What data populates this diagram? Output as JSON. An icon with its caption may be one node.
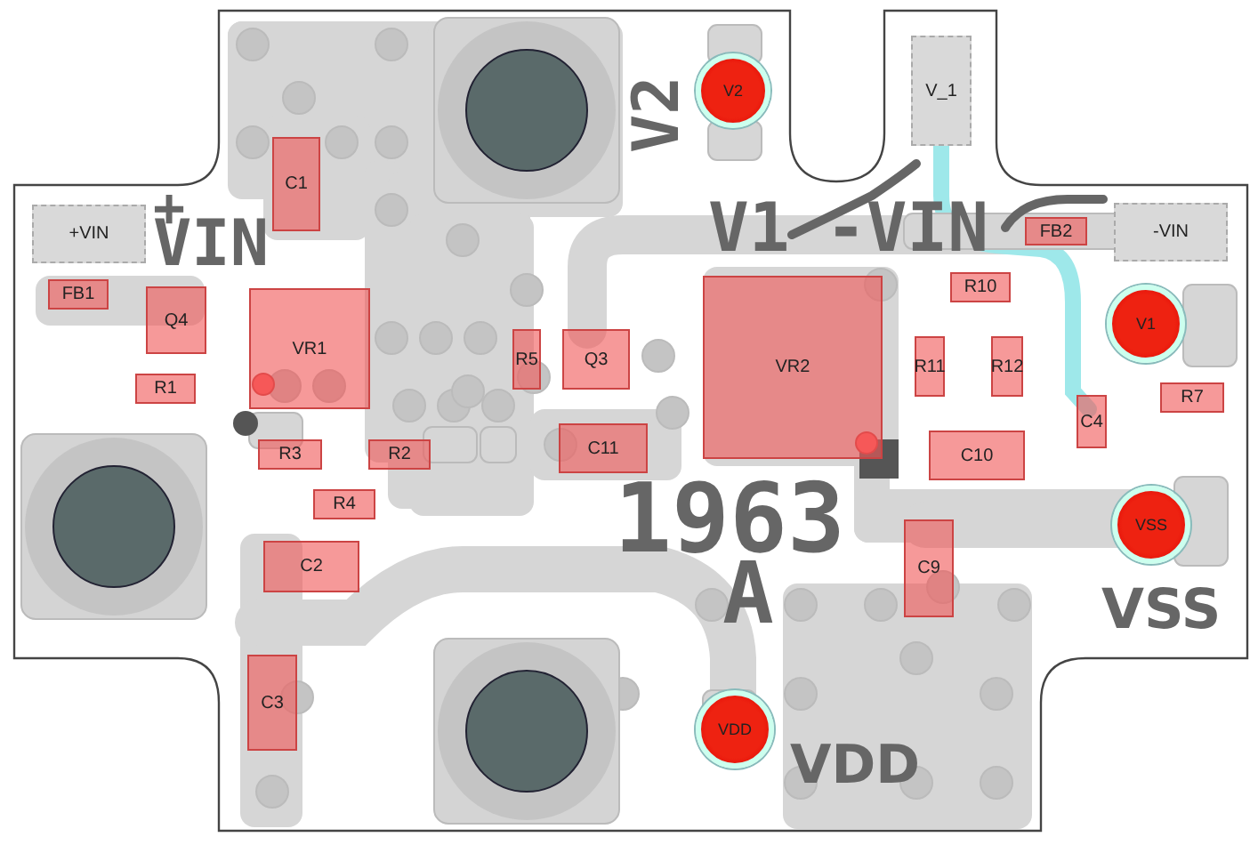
{
  "diagram": {
    "nodes": [
      {
        "text": [
          "+VIN"
        ]
      },
      {
        "text": [
          "C1"
        ]
      },
      {
        "text": [
          "FB1"
        ]
      },
      {
        "text": [
          "Q4"
        ]
      },
      {
        "text": [
          "R1"
        ]
      },
      {
        "text": [
          "VR1"
        ]
      },
      {
        "text": [
          "R5"
        ]
      },
      {
        "text": [
          "Q3"
        ]
      },
      {
        "text": [
          "VR2"
        ]
      },
      {
        "text": [
          "V2"
        ]
      },
      {
        "text": [
          "V_1"
        ]
      },
      {
        "text": [
          "FB2"
        ]
      },
      {
        "text": [
          "-VIN"
        ]
      },
      {
        "text": [
          "R10"
        ]
      },
      {
        "text": [
          "V1"
        ]
      },
      {
        "text": [
          "R11"
        ]
      },
      {
        "text": [
          "R12"
        ]
      },
      {
        "text": [
          "R7"
        ]
      },
      {
        "text": [
          "C4"
        ]
      },
      {
        "text": [
          "R3"
        ]
      },
      {
        "text": [
          "R2"
        ]
      },
      {
        "text": [
          "R4"
        ]
      },
      {
        "text": [
          "C2"
        ]
      },
      {
        "text": [
          "C11"
        ]
      },
      {
        "text": [
          "C10"
        ]
      },
      {
        "text": [
          "C9"
        ]
      },
      {
        "text": [
          "VSS"
        ]
      },
      {
        "text": [
          "C3"
        ]
      },
      {
        "text": [
          "VDD"
        ]
      }
    ],
    "labels": [
      "+",
      "VIN",
      "V2",
      "V1",
      "-VIN",
      "1963",
      "A",
      "VSS",
      "VDD"
    ]
  }
}
